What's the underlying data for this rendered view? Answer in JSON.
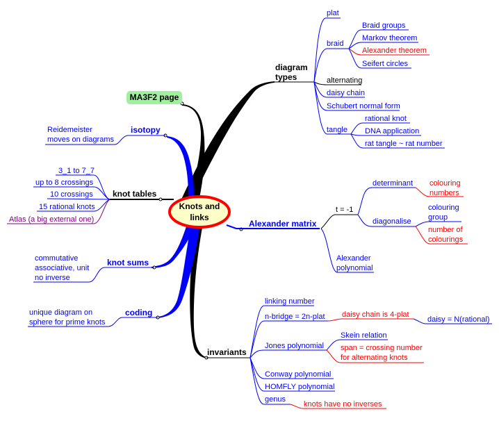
{
  "title": "Knots and links",
  "colors": {
    "blue": "#0000ff",
    "red": "#ff0000",
    "black": "#000000",
    "purple": "#800080",
    "center_fill": "#ffffc8",
    "center_border": "#ff0000",
    "page_node_fill": "#a0f0a0"
  },
  "link_node": {
    "label": "MA3F2 page"
  },
  "branches": {
    "diagram_types": {
      "label": "diagram types",
      "children": {
        "plat": "plat",
        "braid": {
          "label": "braid",
          "children": [
            "Braid groups",
            "Markov theorem",
            "Alexander theorem",
            "Seifert circles"
          ]
        },
        "alternating": "alternating",
        "daisy_chain": "daisy chain",
        "schubert": "Schubert normal form",
        "tangle": {
          "label": "tangle",
          "children": [
            "rational knot",
            "DNA application",
            "rat tangle ~ rat number"
          ]
        }
      }
    },
    "isotopy": {
      "label": "isotopy",
      "note": "Reidemeister moves on diagrams"
    },
    "knot_tables": {
      "label": "knot tables",
      "children": [
        "3_1 to 7_7",
        "up to 8 crossings",
        "10 crossings",
        "15 rational knots",
        "Atlas (a big external one)"
      ]
    },
    "knot_sums": {
      "label": "knot sums",
      "note": "commutative associative, unit no inverse"
    },
    "coding": {
      "label": "coding",
      "note": "unique diagram on sphere for prime knots"
    },
    "alexander_matrix": {
      "label": "Alexander matrix",
      "t": "t = -1",
      "determinant": "determinant",
      "colouring_numbers": "colouring numbers",
      "diagonalise": "diagonalise",
      "colouring_group": "colouring group",
      "number_of_colourings": "number of colourings",
      "alexander_polynomial": "Alexander polynomial"
    },
    "invariants": {
      "label": "invariants",
      "linking_number": "linking number",
      "n_bridge": "n-bridge = 2n-plat",
      "daisy_chain_4plat": "daisy chain is 4-plat",
      "daisy_rational": "daisy = N(rational)",
      "jones": "Jones polynomial",
      "skein": "Skein relation",
      "span": "span = crossing number for alternating knots",
      "conway": "Conway polynomial",
      "homfly": "HOMFLY polynomial",
      "genus": "genus",
      "no_inverses": "knots have no inverses"
    }
  }
}
